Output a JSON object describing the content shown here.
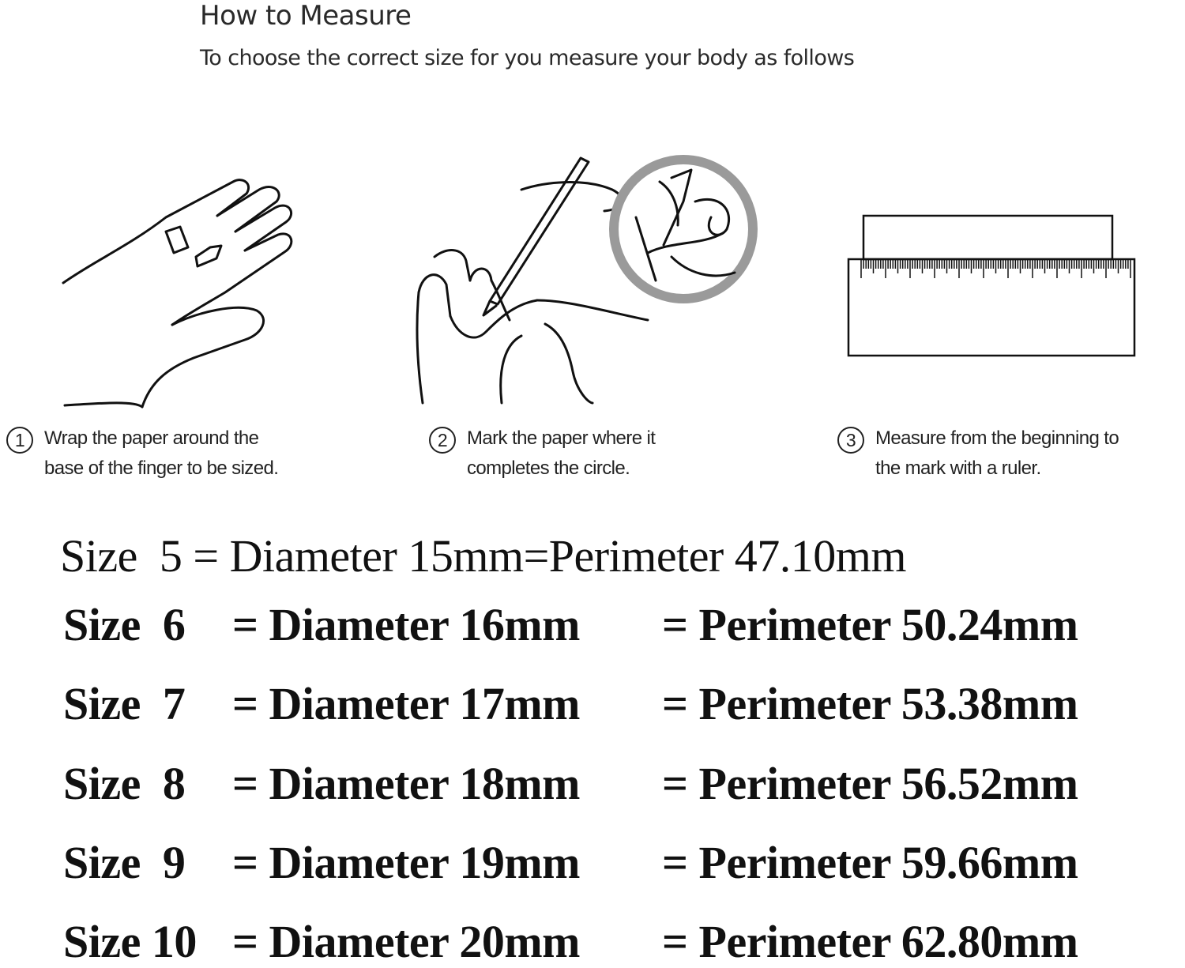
{
  "header": {
    "title": "How to Measure",
    "subtitle": "To choose the correct size for you measure your body as follows"
  },
  "steps": [
    {
      "number": "1",
      "text": "Wrap the paper around the\nbase of the finger to be sized.",
      "icon": "hand-wrap-paper-icon"
    },
    {
      "number": "2",
      "text": "Mark the paper where it\ncompletes the circle.",
      "icon": "pen-mark-paper-icon"
    },
    {
      "number": "3",
      "text": "Measure from the beginning to\nthe mark with a ruler.",
      "icon": "ruler-icon"
    }
  ],
  "sizes": [
    {
      "size": "Size  5",
      "diameter": "= Diameter 15mm",
      "perimeter": "=Perimeter 47.10mm"
    },
    {
      "size": "Size  6",
      "diameter": "= Diameter 16mm",
      "perimeter": "= Perimeter 50.24mm"
    },
    {
      "size": "Size  7",
      "diameter": "= Diameter 17mm",
      "perimeter": "= Perimeter 53.38mm"
    },
    {
      "size": "Size  8",
      "diameter": "= Diameter 18mm",
      "perimeter": "= Perimeter 56.52mm"
    },
    {
      "size": "Size  9",
      "diameter": "= Diameter 19mm",
      "perimeter": "= Perimeter 59.66mm"
    },
    {
      "size": "Size 10",
      "diameter": "= Diameter 20mm",
      "perimeter": "= Perimeter 62.80mm"
    }
  ]
}
